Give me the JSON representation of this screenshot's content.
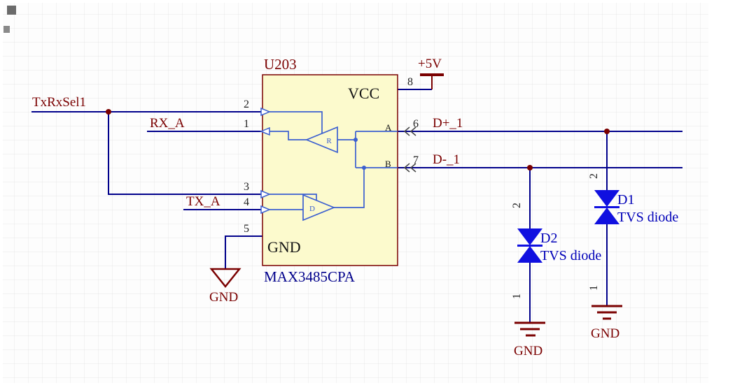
{
  "chip": {
    "designator": "U203",
    "part": "MAX3485CPA",
    "vcc": "VCC",
    "gnd": "GND",
    "receiver": "R",
    "driver": "D",
    "port_a": "A",
    "port_b": "B"
  },
  "pins": {
    "p1": "1",
    "p2": "2",
    "p3": "3",
    "p4": "4",
    "p5": "5",
    "p6": "6",
    "p7": "7",
    "p8": "8"
  },
  "nets": {
    "txrxsel1": "TxRxSel1",
    "rx_a": "RX_A",
    "tx_a": "TX_A",
    "vcc": "+5V",
    "d_plus": "D+_1",
    "d_minus": "D-_1",
    "gnd_left": "GND",
    "gnd_d2": "GND",
    "gnd_d1": "GND"
  },
  "diodes": {
    "d1": {
      "designator": "D1",
      "comment": "TVS diode",
      "pin_top": "2",
      "pin_bottom": "1"
    },
    "d2": {
      "designator": "D2",
      "comment": "TVS diode",
      "pin_top": "2",
      "pin_bottom": "1"
    }
  },
  "colors": {
    "wire": "#00008B",
    "internal_blue": "#3B5FD0",
    "chip_fill": "#FCFACD",
    "chip_border": "#7A0000",
    "net_label": "#7A0000",
    "designator_blue": "#0000B8",
    "tvs_blue": "#1010E0",
    "pin_number": "#222222"
  }
}
